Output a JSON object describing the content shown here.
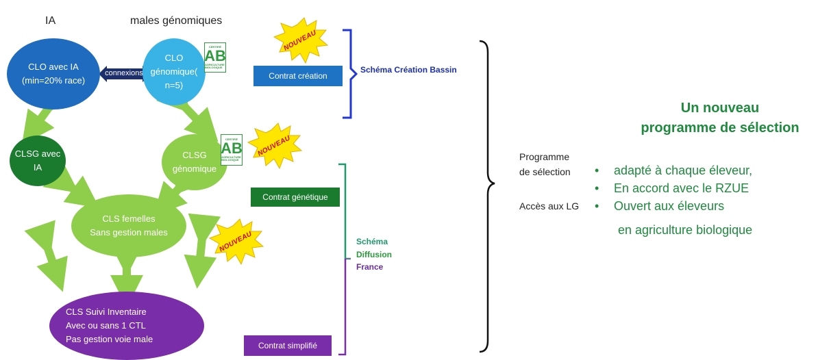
{
  "columns": {
    "ia": "IA",
    "males": "males génomiques"
  },
  "nodes": {
    "clo_ia": [
      "CLO avec IA",
      "(min=20% race)"
    ],
    "connexions": "connexions",
    "clo_genomique": [
      "CLO",
      "génomique(",
      "n=5)"
    ],
    "clsg_ia": [
      "CLSG avec",
      "IA"
    ],
    "clsg_genomique": [
      "CLSG",
      "génomique"
    ],
    "cls_femelles": [
      "CLS  femelles",
      "Sans gestion males"
    ],
    "cls_suivi": [
      "CLS Suivi Inventaire",
      "Avec ou sans 1 CTL",
      "Pas gestion voie male"
    ]
  },
  "badges": [
    "NOUVEAU",
    "NOUVEAU",
    "NOUVEAU"
  ],
  "ab_logo": {
    "letters": "AB",
    "top": "CERTIFIÉ",
    "bottom": "AGRICULTURE BIOLOGIQUE"
  },
  "contracts": {
    "creation": "Contrat création",
    "genetique": "Contrat génétique",
    "simplifie": "Contrat simplifié"
  },
  "schemas": {
    "creation": "Schéma Création Bassin",
    "diffusion": [
      "Schéma",
      "Diffusion",
      "France"
    ]
  },
  "side_labels": {
    "programme": [
      "Programme",
      "de sélection"
    ],
    "acces": "Accès aux LG"
  },
  "headline": [
    "Un nouveau",
    "programme de sélection"
  ],
  "bullets": [
    {
      "marker": "•",
      "text": "adapté à chaque éleveur,"
    },
    {
      "marker": "•",
      "text": "En accord avec le RZUE"
    },
    {
      "marker": "•",
      "text": "Ouvert aux éleveurs"
    }
  ],
  "bullet_continuation": "en agriculture biologique",
  "colors": {
    "blue_dark": "#1f6bbf",
    "blue_light": "#39b3e6",
    "green_dark": "#1a7a2e",
    "green_light": "#8fce4a",
    "purple": "#7a2da8",
    "navy": "#1c2f6b",
    "headline_green": "#1e8a3e"
  }
}
